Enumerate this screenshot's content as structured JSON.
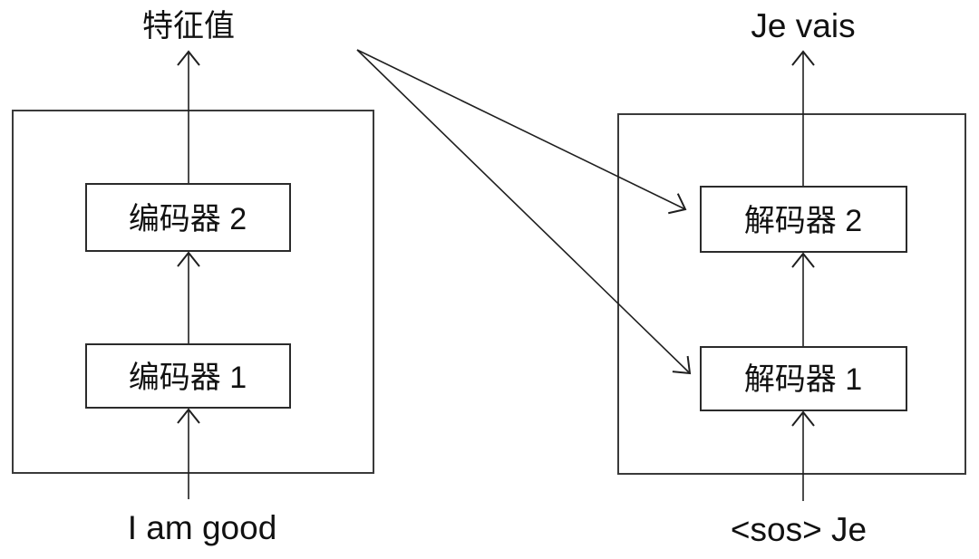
{
  "diagram": {
    "kind": "seq2seq-encoder-decoder",
    "encoder": {
      "input": "I am good",
      "output": "特征值",
      "layers": [
        "编码器 1",
        "编码器 2"
      ]
    },
    "decoder": {
      "input": "<sos> Je",
      "output": "Je vais",
      "layers": [
        "解码器 1",
        "解码器 2"
      ]
    },
    "colors": {
      "background": "#ffffff",
      "box_stroke": "#2b2b2b",
      "outer_box_stroke": "#3a3a3a",
      "line": "#1f1f1f",
      "text": "#111111"
    }
  }
}
